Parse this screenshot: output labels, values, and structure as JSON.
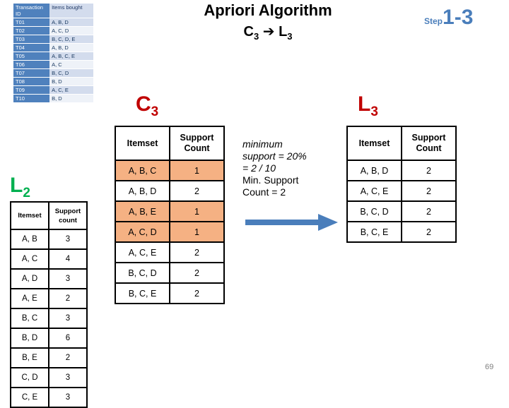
{
  "header": {
    "title": "Apriori Algorithm",
    "subtitle_from": "C",
    "subtitle_from_sub": "3",
    "subtitle_arrow": "➔",
    "subtitle_to": "L",
    "subtitle_to_sub": "3",
    "step_word": "Step",
    "step_number": "1-3"
  },
  "transactions": {
    "header": {
      "id": "Transaction ID",
      "items": "Items bought"
    },
    "rows": [
      {
        "id": "T01",
        "items": "A, B, D"
      },
      {
        "id": "T02",
        "items": "A, C, D"
      },
      {
        "id": "T03",
        "items": "B, C, D, E"
      },
      {
        "id": "T04",
        "items": "A, B, D"
      },
      {
        "id": "T05",
        "items": "A, B, C, E"
      },
      {
        "id": "T06",
        "items": "A, C"
      },
      {
        "id": "T07",
        "items": "B, C, D"
      },
      {
        "id": "T08",
        "items": "B, D"
      },
      {
        "id": "T09",
        "items": "A, C, E"
      },
      {
        "id": "T10",
        "items": "B, D"
      }
    ]
  },
  "l2": {
    "label": "L",
    "label_sub": "2",
    "columns": [
      "Itemset",
      "Support count"
    ],
    "col_support_line1": "Support",
    "col_support_line2": "count",
    "rows": [
      {
        "itemset": "A, B",
        "count": "3"
      },
      {
        "itemset": "A, C",
        "count": "4"
      },
      {
        "itemset": "A, D",
        "count": "3"
      },
      {
        "itemset": "A, E",
        "count": "2"
      },
      {
        "itemset": "B, C",
        "count": "3"
      },
      {
        "itemset": "B, D",
        "count": "6"
      },
      {
        "itemset": "B, E",
        "count": "2"
      },
      {
        "itemset": "C, D",
        "count": "3"
      },
      {
        "itemset": "C, E",
        "count": "3"
      }
    ]
  },
  "c3": {
    "label": "C",
    "label_sub": "3",
    "columns": [
      "Itemset",
      "Support Count"
    ],
    "col_support_line1": "Support",
    "col_support_line2": "Count",
    "rows": [
      {
        "itemset": "A, B, C",
        "count": "1",
        "pruned": true
      },
      {
        "itemset": "A, B, D",
        "count": "2",
        "pruned": false
      },
      {
        "itemset": "A, B, E",
        "count": "1",
        "pruned": true
      },
      {
        "itemset": "A, C, D",
        "count": "1",
        "pruned": true
      },
      {
        "itemset": "A, C, E",
        "count": "2",
        "pruned": false
      },
      {
        "itemset": "B, C, D",
        "count": "2",
        "pruned": false
      },
      {
        "itemset": "B, C, E",
        "count": "2",
        "pruned": false
      }
    ]
  },
  "l3": {
    "label": "L",
    "label_sub": "3",
    "columns": [
      "Itemset",
      "Support Count"
    ],
    "col_support_line1": "Support",
    "col_support_line2": "Count",
    "rows": [
      {
        "itemset": "A, B, D",
        "count": "2"
      },
      {
        "itemset": "A, C, E",
        "count": "2"
      },
      {
        "itemset": "B, C, D",
        "count": "2"
      },
      {
        "itemset": "B, C, E",
        "count": "2"
      }
    ]
  },
  "note": {
    "line1": "minimum",
    "line2": "support = 20%",
    "line3": "= 2 / 10",
    "line4": "Min. Support",
    "line5": "Count = 2"
  },
  "footer": {
    "page_number": "69"
  },
  "colors": {
    "table_blue": "#4f81bd",
    "band_light": "#d3dced",
    "band_lighter": "#eef2f8",
    "highlight_peach": "#f5b183",
    "label_red": "#c00000",
    "label_green": "#00b050",
    "step_blue": "#4a7ebb",
    "arrow_blue": "#4a7ebb",
    "page_gray": "#7f7f7f"
  }
}
